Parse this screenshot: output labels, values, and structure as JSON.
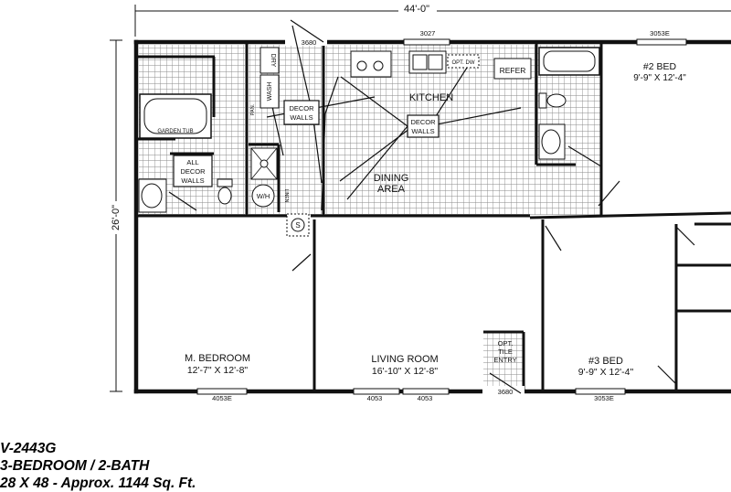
{
  "dimensions": {
    "width": "44'-0\"",
    "depth": "26'-0\""
  },
  "rooms": {
    "bed2": {
      "name": "#2 BED",
      "size": "9'-9\" X 12'-4\""
    },
    "kitchen": {
      "name": "KITCHEN"
    },
    "dining": {
      "line1": "DINING",
      "line2": "AREA"
    },
    "master": {
      "name": "M. BEDROOM",
      "size": "12'-7\" X 12'-8\""
    },
    "living": {
      "name": "LIVING ROOM",
      "size": "16'-10\" X 12'-8\""
    },
    "bed3": {
      "name": "#3 BED",
      "size": "9'-9\" X 12'-4\""
    }
  },
  "fixtures": {
    "garden_tub": "GARDEN TUB",
    "dryer": "DRY",
    "washer": "WASH",
    "water_heater": "W/H",
    "pantry": "PAN.",
    "linen": "LINEN",
    "refrigerator": "REFER",
    "optional_dishwasher": "OPT. DW",
    "smoke": "S",
    "decor_walls_1": [
      "DECOR",
      "WALLS"
    ],
    "decor_walls_2": [
      "DECOR",
      "WALLS"
    ],
    "all_decor_walls": [
      "ALL",
      "DECOR",
      "WALLS"
    ],
    "opt_tile_entry": [
      "OPT.",
      "TILE",
      "ENTRY"
    ]
  },
  "windows": {
    "top_left_door": "3680",
    "kitchen": "3027",
    "bed2": "3053E",
    "master": "4053E",
    "living_1": "4053",
    "living_2": "4053",
    "entry_door": "3680",
    "bed3": "3053E"
  },
  "caption": {
    "model": "V-2443G",
    "rooms": "3-BEDROOM / 2-BATH",
    "size": "28 X 48 - Approx. 1144 Sq. Ft."
  },
  "colors": {
    "wall": "#111111",
    "tile": "#8a8a8a",
    "background": "#ffffff"
  }
}
